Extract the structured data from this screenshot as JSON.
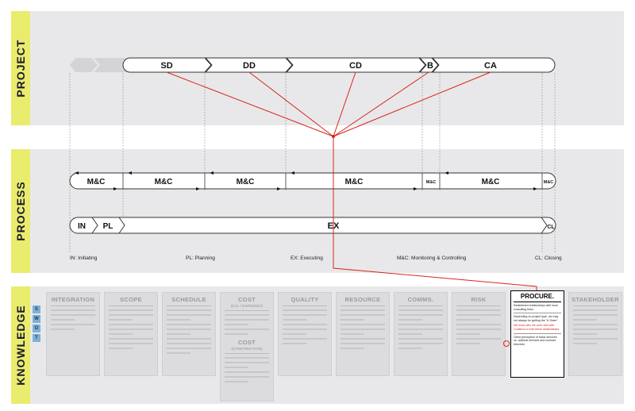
{
  "bands": {
    "project": {
      "label": "PROJECT"
    },
    "process": {
      "label": "PROCESS"
    },
    "knowledge": {
      "label": "KNOWLEDGE"
    }
  },
  "project_phases": [
    "SD",
    "DD",
    "CD",
    "B",
    "CA"
  ],
  "mc_segments": [
    "M&C",
    "M&C",
    "M&C",
    "M&C",
    "M&C",
    "M&C",
    "M&C"
  ],
  "process_stages": [
    "IN",
    "PL",
    "EX",
    "CL"
  ],
  "legend": [
    "IN: Initiating",
    "PL: Planning",
    "EX: Executing",
    "M&C: Monitoring & Controlling",
    "CL: Closing"
  ],
  "swot": [
    "S",
    "W",
    "O",
    "T"
  ],
  "knowledge_areas": [
    {
      "title": "INTEGRATION",
      "sub": ""
    },
    {
      "title": "SCOPE",
      "sub": ""
    },
    {
      "title": "SCHEDULE",
      "sub": ""
    },
    {
      "title": "COST",
      "sub": "(D.H. / EXPENSES)",
      "title2": "COST",
      "sub2": "(CONSTRUCTION)"
    },
    {
      "title": "QUALITY",
      "sub": ""
    },
    {
      "title": "RESOURCE",
      "sub": ""
    },
    {
      "title": "COMMS.",
      "sub": ""
    },
    {
      "title": "RISK",
      "sub": ""
    },
    {
      "title": "STAKEHOLDER",
      "sub": ""
    }
  ],
  "procurement": {
    "title": "PROCURE.",
    "lines": [
      "Established relationships with local consulting firms",
      "Depending on project type, we may not always be getting the \"A-Team\"",
      "We know who we work well with. Continue to hold these relationships",
      "Client perception of basic services vs. optional services and contract structure"
    ]
  },
  "colors": {
    "accent": "#d9261c",
    "band_bg": "#e8e8ea",
    "label_bg": "#e9ec6d",
    "swot": "#7fb0d8"
  }
}
